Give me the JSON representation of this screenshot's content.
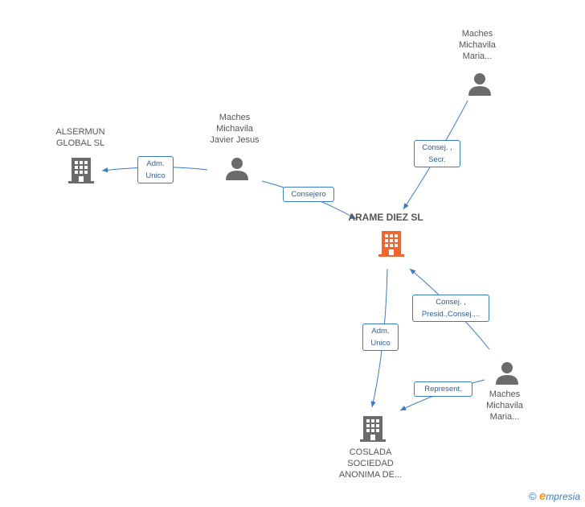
{
  "nodes": {
    "main_company": "ARAME DIEZ SL",
    "alsermun": "ALSERMUN\nGLOBAL SL",
    "coslada": "COSLADA\nSOCIEDAD\nANONIMA DE...",
    "person_javier": "Maches\nMichavila\nJavier Jesus",
    "person_maria_top": "Maches\nMichavila\nMaria...",
    "person_maria_bottom": "Maches\nMichavila\nMaria..."
  },
  "edges": {
    "javier_to_alsermun": "Adm.\nUnico",
    "javier_to_main": "Consejero",
    "maria_top_to_main": "Consej. ,\nSecr.",
    "maria_bottom_to_main": "Consej. ,\nPresid.,Consej....",
    "main_to_coslada": "Adm.\nUnico",
    "maria_bottom_to_coslada": "Represent."
  },
  "footer": {
    "copyright": "©",
    "brand_initial": "e",
    "brand_rest": "mpresia"
  },
  "colors": {
    "main_company": "#f26430",
    "company": "#6b6b6b",
    "person": "#6b6b6b",
    "edge": "#3a7bc8"
  }
}
